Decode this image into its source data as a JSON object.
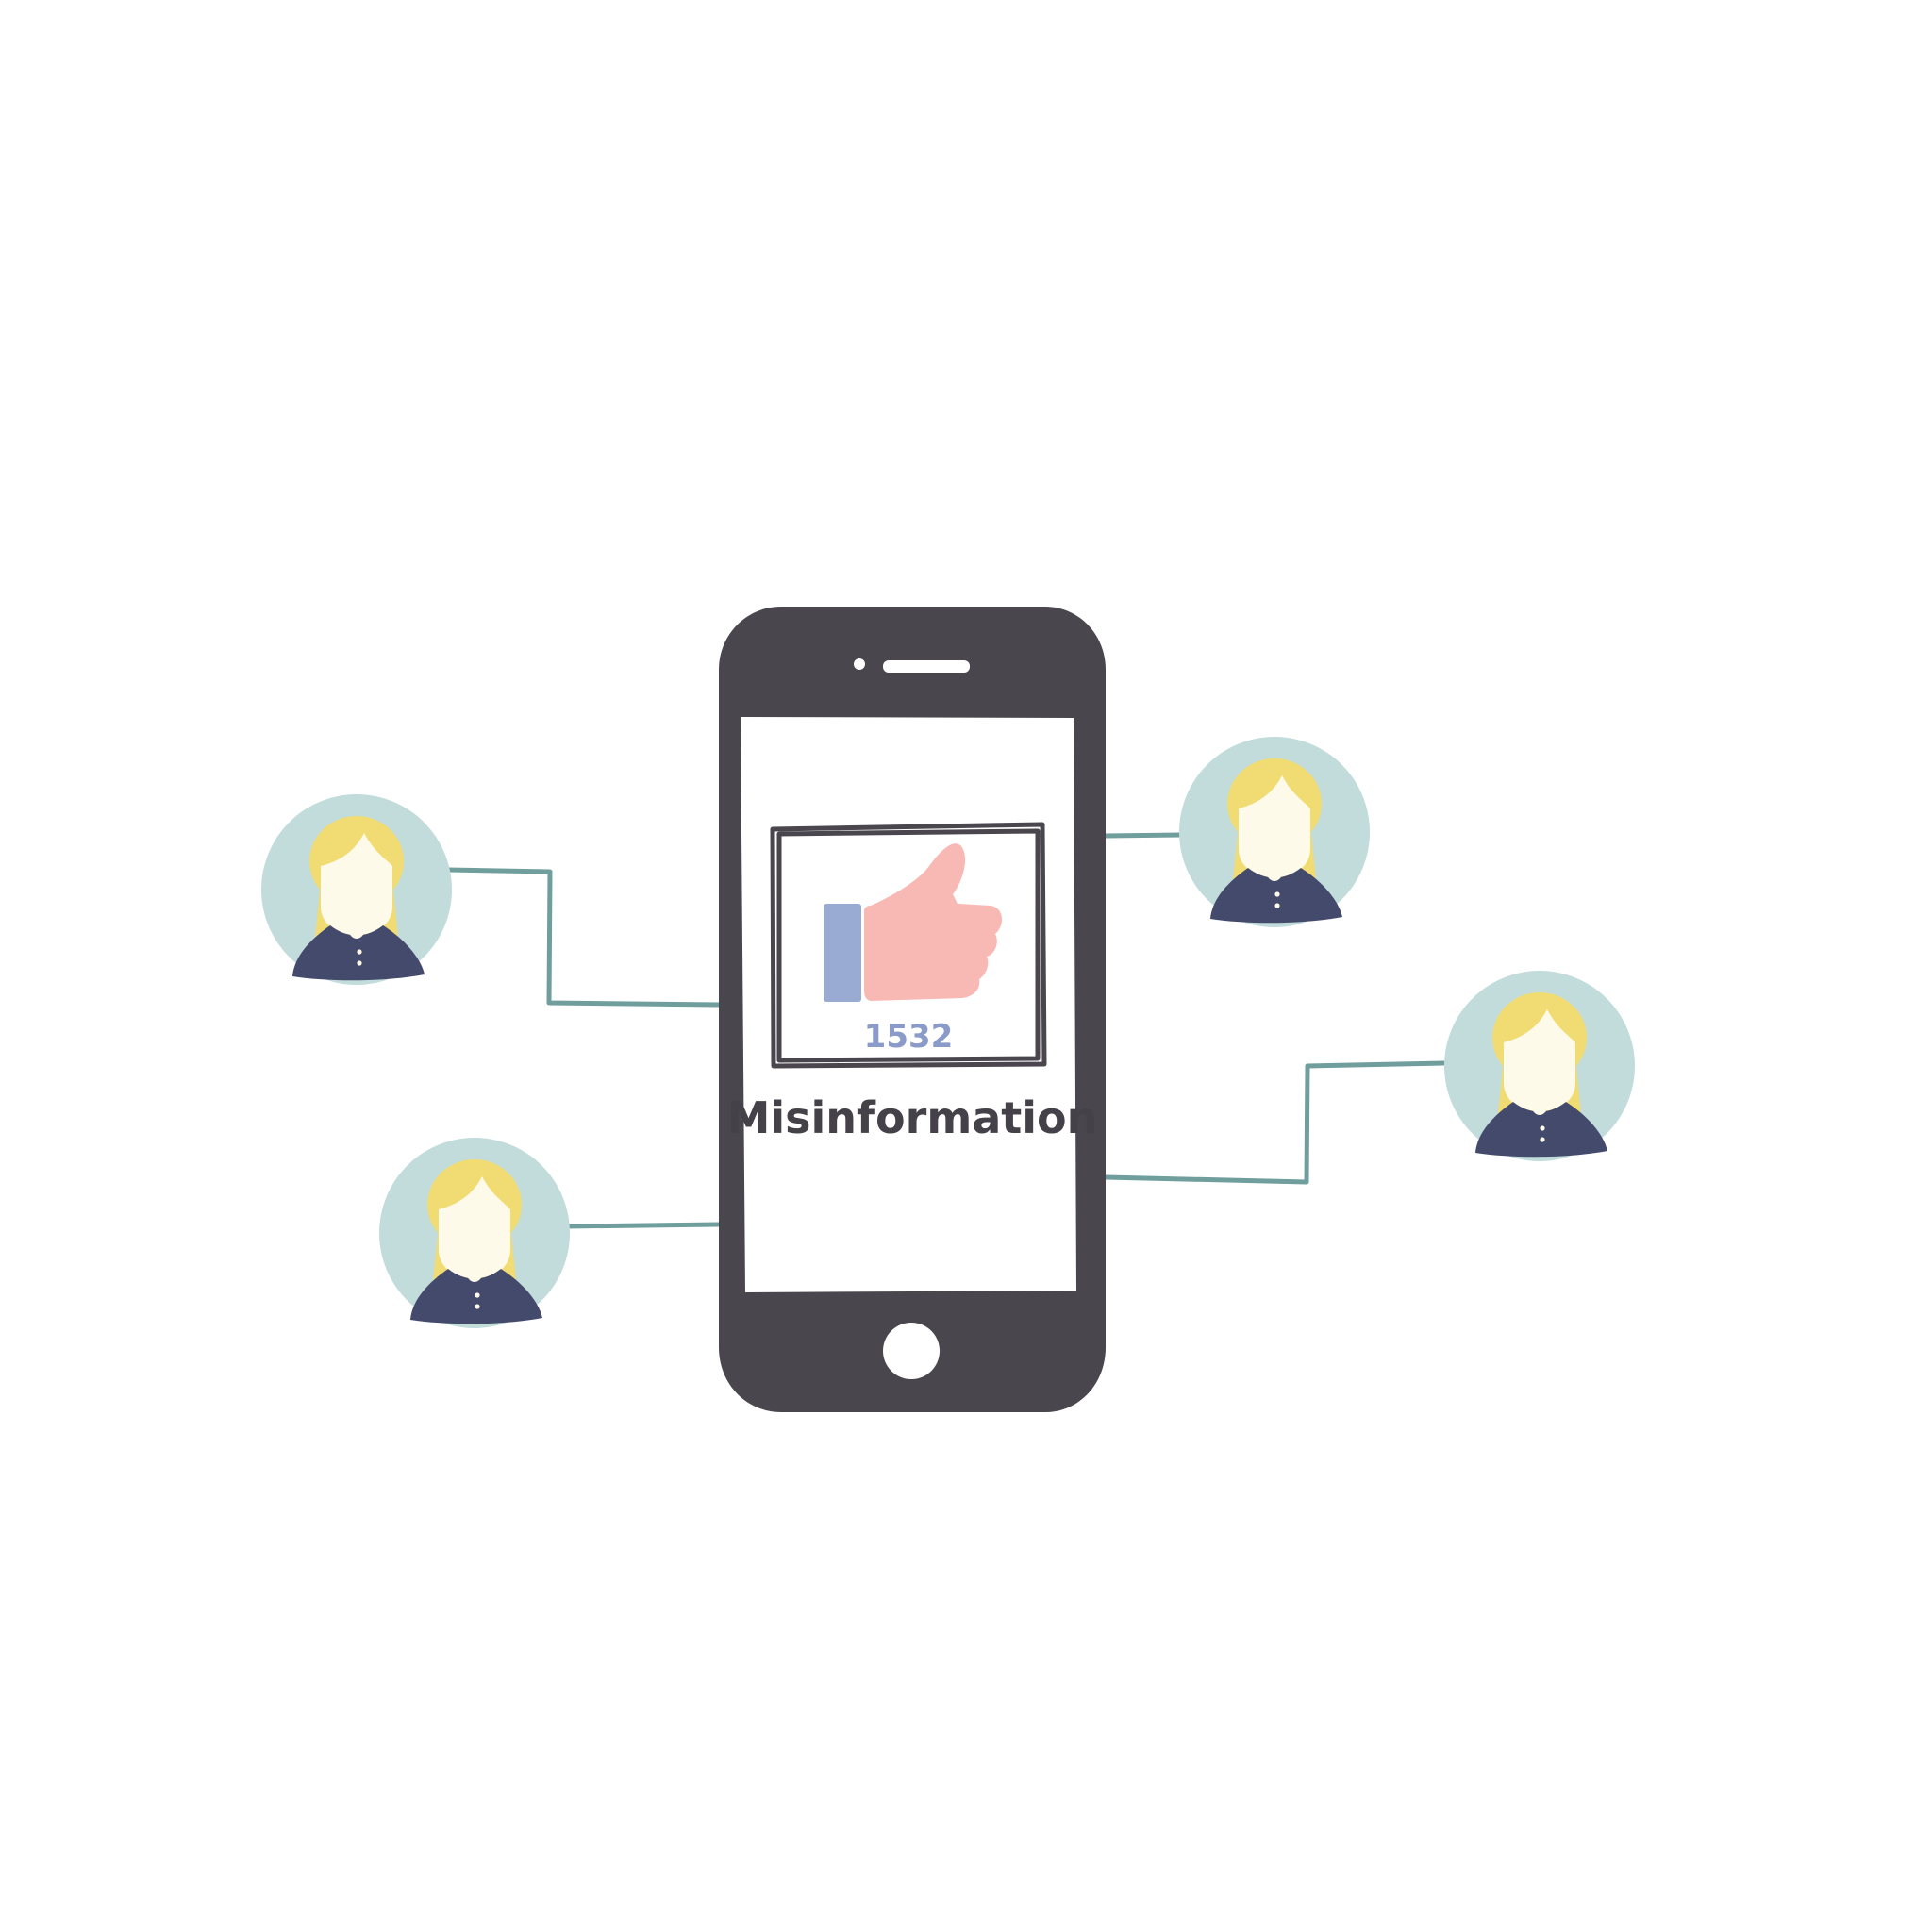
{
  "post": {
    "like_count": "1532",
    "caption": "Misinformation"
  },
  "icons": {
    "phone": "smartphone-icon",
    "like": "thumbs-up-icon",
    "user": "user-avatar-icon"
  },
  "users": [
    {
      "id": "user-left-top"
    },
    {
      "id": "user-left-bottom"
    },
    {
      "id": "user-right-top"
    },
    {
      "id": "user-right-bottom"
    }
  ],
  "colors": {
    "phone_body": "#4a464e",
    "screen": "#ffffff",
    "connector": "#6f9e9d",
    "avatar_bg": "#c2dbdb",
    "hair": "#f1dc73",
    "face": "#fdfae9",
    "shirt": "#434a6b",
    "like_cuff": "#99aad3",
    "like_hand": "#f8b8b4",
    "like_count": "#8b9bc9",
    "caption": "#444148"
  }
}
